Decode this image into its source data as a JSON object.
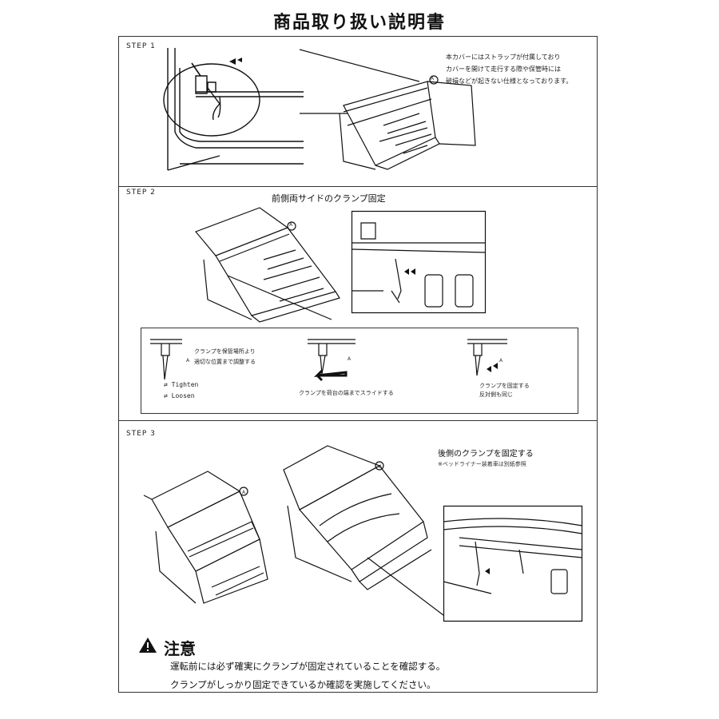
{
  "page_title": "商品取り扱い説明書",
  "step1": {
    "label": "STEP 1",
    "description": [
      "本カバーにはストラップが付属しており",
      "カバーを開けて走行する際や保管時には",
      "破損などが起きない仕様となっております。"
    ],
    "marker": "A"
  },
  "step2": {
    "label": "STEP 2",
    "heading": "前側両サイドのクランプ固定",
    "marker": "A",
    "sub_steps": {
      "first": [
        "クランプを保管場所より",
        "適切な位置まで調整する"
      ],
      "second": "クランプを荷台の端までスライドする",
      "third": [
        "クランプを固定する",
        "反対側も同じ"
      ]
    },
    "legend": {
      "tighten": "Tighten",
      "loosen": "Loosen"
    }
  },
  "step3": {
    "label": "STEP 3",
    "heading": "後側のクランプを固定する",
    "note": "※ベッドライナー装着車は別紙参照",
    "marker": "A"
  },
  "caution": {
    "title": "注意",
    "lines": [
      "運転前には必ず確実にクランプが固定されていることを確認する。",
      "クランプがしっかり固定できているか確認を実施してください。"
    ]
  }
}
